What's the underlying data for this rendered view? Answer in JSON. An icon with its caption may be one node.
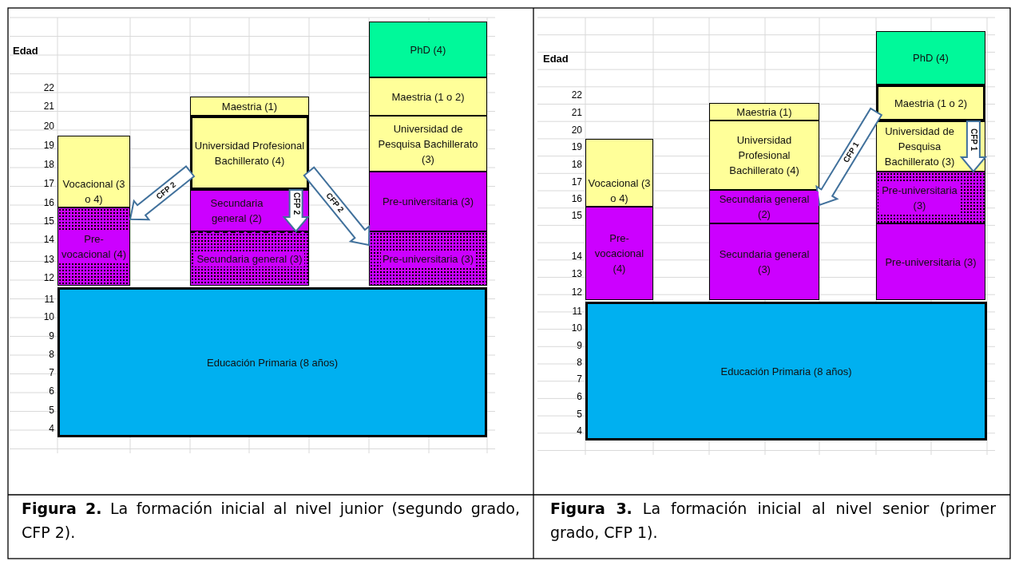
{
  "diagram": {
    "nodes": [
      {
        "text": [
          "Vocacional (3 o 4)"
        ]
      },
      {
        "text": [
          "Pre-vocacional (4)"
        ]
      },
      {
        "text": [
          "Maestria (1)"
        ]
      },
      {
        "text": [
          "Universidad Profesional Bachillerato (4)"
        ]
      },
      {
        "text": [
          "Secundaria general (2)"
        ]
      },
      {
        "text": [
          "Secundaria general (3)"
        ]
      },
      {
        "text": [
          "PhD (4)"
        ]
      },
      {
        "text": [
          "Maestria (1 o 2)"
        ]
      },
      {
        "text": [
          "Universidad de Pesquisa Bachillerato (3)"
        ]
      },
      {
        "text": [
          "Pre-universitaria (3)"
        ]
      },
      {
        "text": [
          "Pre-universitaria (3)"
        ]
      },
      {
        "text": [
          "Educación Primaria (8 años)"
        ]
      },
      {
        "text": [
          "Vocacional (3 o 4)"
        ]
      },
      {
        "text": [
          "Pre-vocacional (4)"
        ]
      },
      {
        "text": [
          "Maestria (1)"
        ]
      },
      {
        "text": [
          "Universidad Profesional Bachillerato (4)"
        ]
      },
      {
        "text": [
          "Secundaria general (2)"
        ]
      },
      {
        "text": [
          "Secundaria general (3)"
        ]
      },
      {
        "text": [
          "PhD (4)"
        ]
      },
      {
        "text": [
          "Maestria (1 o 2)"
        ]
      },
      {
        "text": [
          "Universidad de Pesquisa Bachillerato (3)"
        ]
      },
      {
        "text": [
          "Pre-universitaria (3)"
        ]
      },
      {
        "text": [
          "Pre-universitaria (3)"
        ]
      },
      {
        "text": [
          "Educación Primaria (8 años)"
        ]
      }
    ],
    "edges": [
      {
        "from": 3,
        "to": 1,
        "arrow": "to",
        "label": "CFP 2"
      },
      {
        "from": 3,
        "to": 5,
        "arrow": "to",
        "label": "CFP 2"
      },
      {
        "from": 3,
        "to": 10,
        "arrow": "to",
        "label": "CFP 2"
      },
      {
        "from": 19,
        "to": 16,
        "arrow": "to",
        "label": "CFP 1"
      },
      {
        "from": 19,
        "to": 21,
        "arrow": "to",
        "label": "CFP 1"
      }
    ],
    "labels": [
      "Edad",
      "22",
      "21",
      "20",
      "19",
      "18",
      "17",
      "16",
      "15",
      "14",
      "13",
      "12",
      "11",
      "10",
      "9",
      "8",
      "7",
      "6",
      "5",
      "4",
      "Edad",
      "22",
      "21",
      "20",
      "19",
      "18",
      "17",
      "16",
      "15",
      "14",
      "13",
      "12",
      "11",
      "10",
      "9",
      "8",
      "7",
      "6",
      "5",
      "4",
      "**Figura 2.** La formación inicial al nivel junior (segundo grado, CFP 2).",
      "**Figura 3.** La formación inicial al nivel senior (primer grado, CFP 1)."
    ]
  }
}
